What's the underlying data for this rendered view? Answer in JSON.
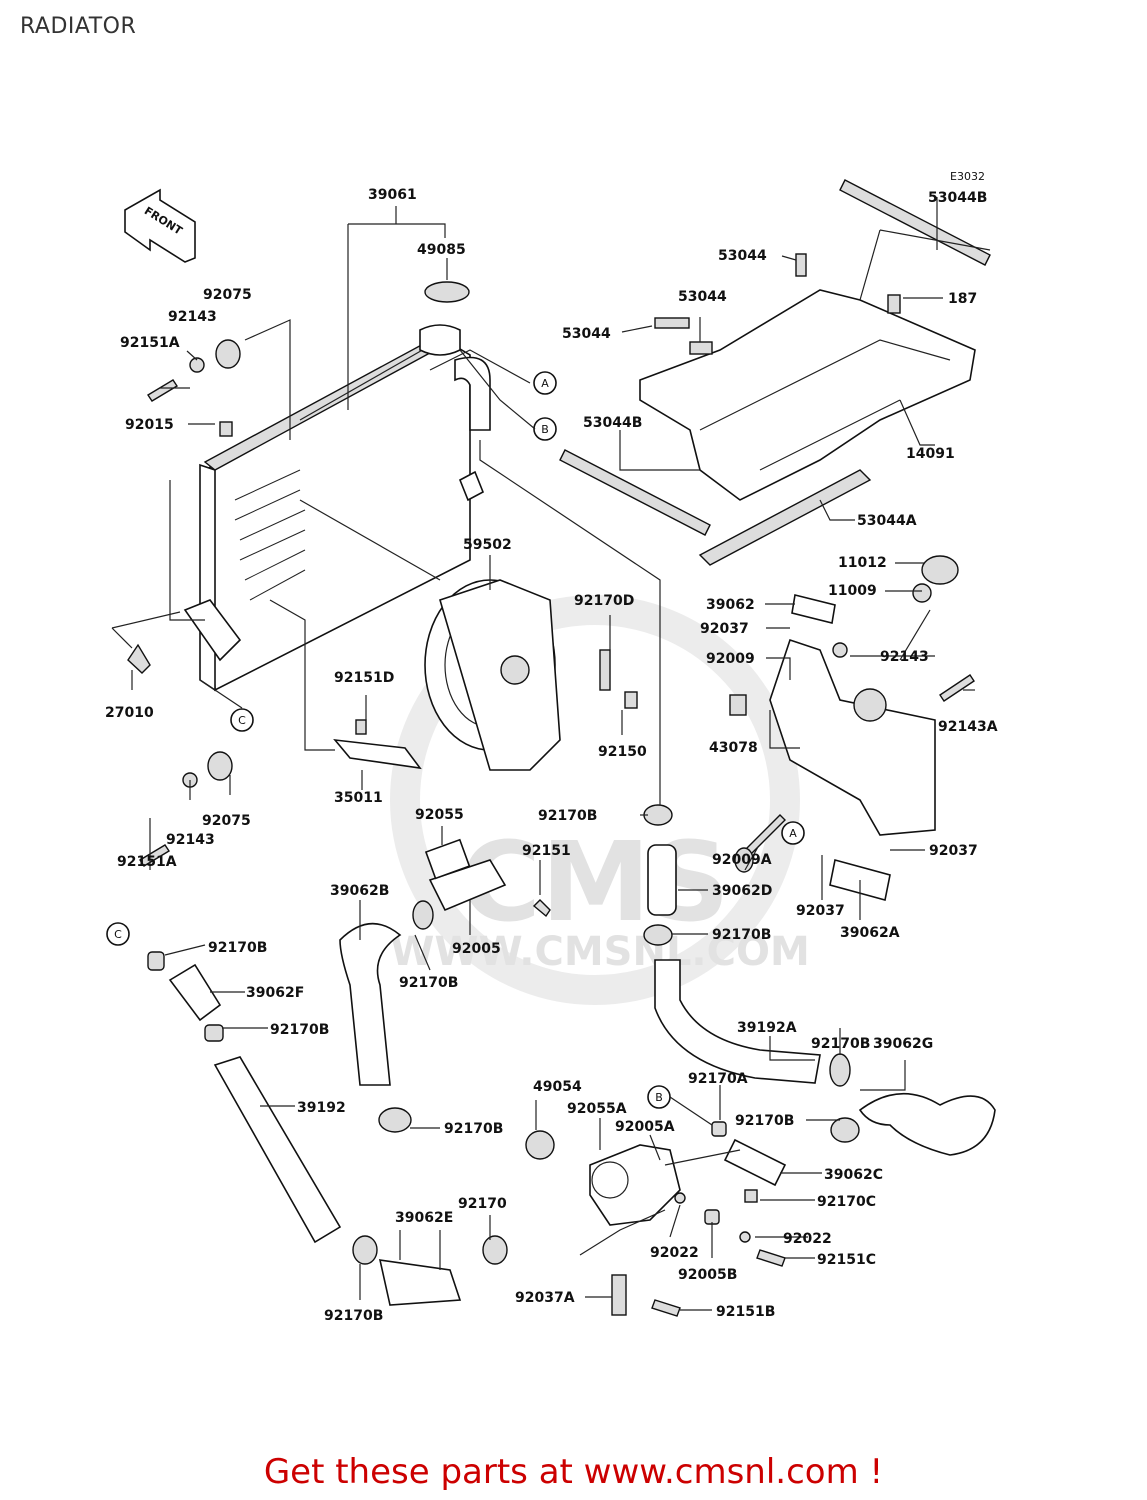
{
  "page": {
    "title": "RADIATOR",
    "footer": "Get these parts at www.cmsnl.com !"
  },
  "diagram": {
    "code": "E3032",
    "front_label": "FRONT",
    "watermark": [
      "CMS",
      "WWW.CMSNL.COM"
    ],
    "ref_markers": [
      "A",
      "B",
      "C"
    ],
    "parts": [
      "39061",
      "49085",
      "92075",
      "92143",
      "92151A",
      "92015",
      "27010",
      "92075",
      "92143",
      "92151A",
      "92151D",
      "35011",
      "59502",
      "92170D",
      "92150",
      "53044B",
      "53044",
      "187",
      "53044",
      "53044",
      "53044B",
      "14091",
      "53044A",
      "11012",
      "11009",
      "39062",
      "92037",
      "92143",
      "92009",
      "43078",
      "92143A",
      "92170B",
      "92009A",
      "92037",
      "92037",
      "39062A",
      "39062D",
      "92170B",
      "92055",
      "92151",
      "39062B",
      "92005",
      "92170B",
      "92170B",
      "39062F",
      "92170B",
      "39192",
      "92170B",
      "39192A",
      "92170B",
      "39062G",
      "49054",
      "92055A",
      "92005A",
      "92170A",
      "92170B",
      "39062C",
      "92170C",
      "92022",
      "92022",
      "92005B",
      "92151C",
      "39062E",
      "92170",
      "92170B",
      "92037A",
      "92151B"
    ]
  }
}
